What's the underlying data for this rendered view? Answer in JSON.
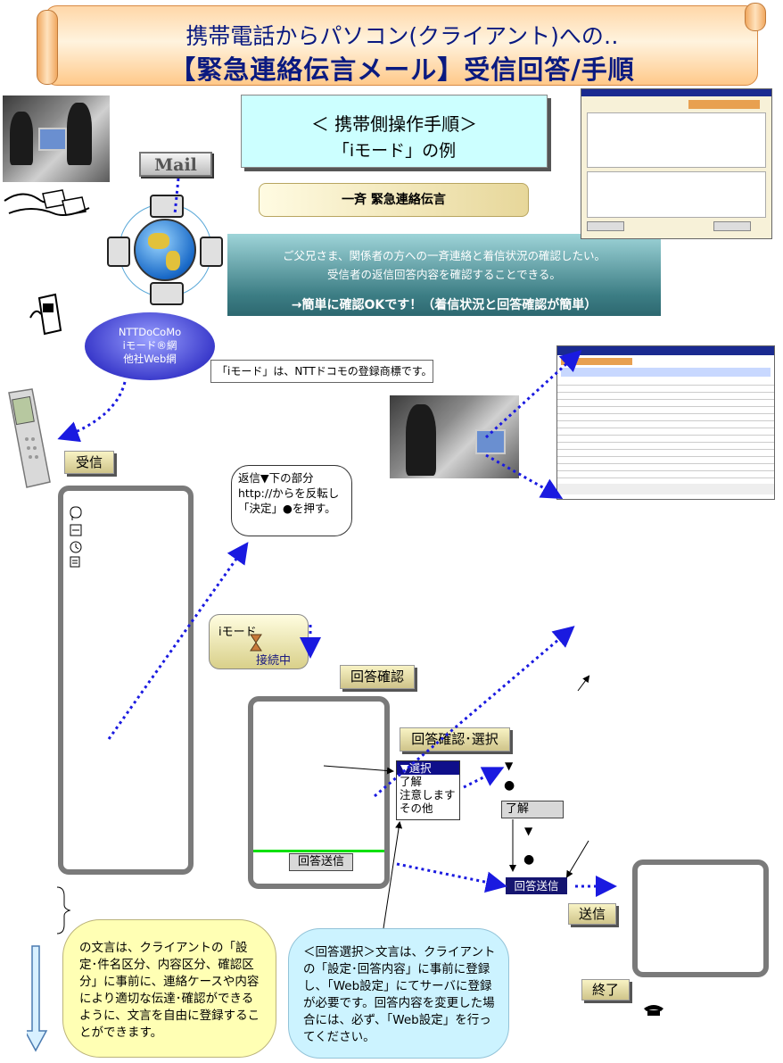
{
  "banner": {
    "line1": "携帯電話からパソコン(クライアント)への‥",
    "line2": "【緊急連絡伝言メール】受信回答/手順"
  },
  "mail_label": "Mail",
  "network": [
    "NTTDoCoMo",
    "iモード®網",
    "他社Web網"
  ],
  "trademark": "「iモード」は、NTTドコモの登録商標です。",
  "header": {
    "line1": "＜ 携帯側操作手順＞",
    "line2": "「iモード」の例"
  },
  "broadcast_label": "一斉 緊急連絡伝言",
  "description": {
    "line1": "ご父兄さま、関係者の方への一斉連絡と着信状況の確認したい。",
    "line2": "受信者の返信回答内容を確認することできる。",
    "line3": "→簡単に確認OKです！（着信状況と回答確認が簡単）"
  },
  "receive_label": "受信",
  "bubble": [
    "返信▼下の部分",
    "http://からを反転し",
    "「決定」●を押す。"
  ],
  "imode": {
    "title": "iモード",
    "status": "接続中"
  },
  "reply_check": "回答確認",
  "reply_select": "回答確認･選択",
  "select_menu": {
    "header": "▼選択",
    "options": [
      "了解",
      "注意します",
      "その他"
    ]
  },
  "reply_send": "回答送信",
  "chosen_value": "了解",
  "send_label": "送信",
  "end_label": "終了",
  "marks": {
    "triangle": "▼",
    "dot": "●"
  },
  "note_yellow": "の文言は、クライアントの「設定･件名区分、内容区分、確認区分」に事前に、連絡ケースや内容により適切な伝達･確認ができるように、文言を自由に登録することができます。",
  "note_blue": "＜回答選択＞文言は、クライアントの「設定･回答内容」に事前に登録し、「Web設定」にてサーバに登録が必要です。回答内容を変更した場合には、必ず、「Web設定」を行ってください。",
  "phone_icons": [
    "envelope-icon",
    "document-icon",
    "clock-icon",
    "list-icon"
  ]
}
